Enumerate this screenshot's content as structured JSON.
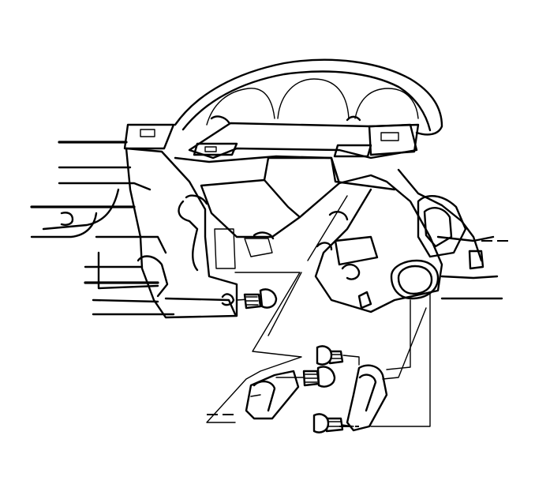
{
  "figure": {
    "subject": "instrument-panel-support-bracket-installation",
    "line_color": "#000000",
    "background": "#ffffff",
    "icons": [
      "instrument-cluster-hood",
      "dash-frame",
      "bracket-left",
      "bracket-right",
      "bolt",
      "wiring-harness"
    ]
  }
}
